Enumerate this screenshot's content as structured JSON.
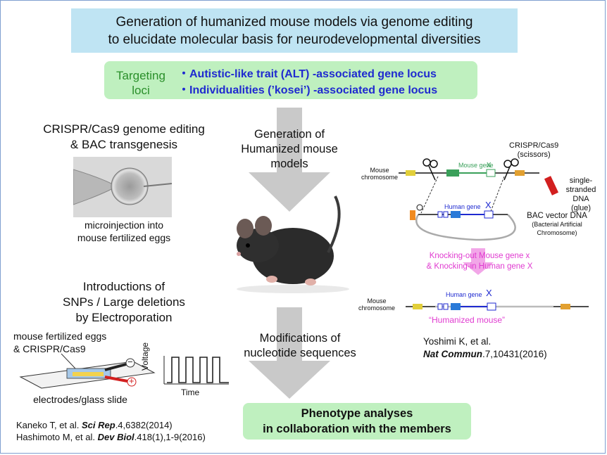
{
  "title": {
    "line1": "Generation of humanized mouse models via genome editing",
    "line2": "to elucidate molecular basis for neurodevelopmental diversities"
  },
  "targeting": {
    "label_line1": "Targeting",
    "label_line2": "loci",
    "item1": "・Autistic-like trait (ALT) -associated gene locus",
    "item2": "・Individualities (’kosei’) -associated gene locus"
  },
  "left_top": {
    "heading_line1": "CRISPR/Cas9 genome editing",
    "heading_line2": "& BAC transgenesis",
    "caption_line1": "microinjection into",
    "caption_line2": "mouse fertilized eggs"
  },
  "left_bottom": {
    "heading_line1": "Introductions of",
    "heading_line2": "SNPs / Large deletions",
    "heading_line3": "by Electroporation",
    "label_line1": "mouse fertilized eggs",
    "label_line2": "& CRISPR/Cas9",
    "slide_caption": "electrodes/glass slide",
    "voltage_label": "Voltage",
    "time_label": "Time",
    "minus_sign": "−",
    "plus_sign": "+"
  },
  "center": {
    "step1_line1": "Generation of",
    "step1_line2": "Humanized mouse",
    "step1_line3": "models",
    "step2_line1": "Modifications of",
    "step2_line2": "nucleotide sequences"
  },
  "diagram": {
    "crispr_label_line1": "CRISPR/Cas9",
    "crispr_label_line2": "(scissors)",
    "mouse_chromosome_line1": "Mouse",
    "mouse_chromosome_line2": "chromosome",
    "mouse_gene_label": "Mouse gene",
    "mouse_gene_letter": "x",
    "human_gene_label": "Human gene",
    "human_gene_letter": "X",
    "ssdna_line1": "single-stranded",
    "ssdna_line2": "DNA",
    "ssdna_line3": "(glue)",
    "bac_line1": "BAC vector DNA",
    "bac_line2": "(Bacterial Artificial",
    "bac_line3": "Chromosome)",
    "knock_line1": "Knocking-out Mouse gene x",
    "knock_line2": "& Knocking-in Human gene X",
    "humanized_label": "“Humanized mouse”"
  },
  "references": {
    "yoshimi_line1": "Yoshimi K, et al.",
    "yoshimi_journal": "Nat Commun",
    "yoshimi_rest": ".7,10431(2016)",
    "kaneko_author": "Kaneko T, et al. ",
    "kaneko_journal": "Sci Rep",
    "kaneko_rest": ".4,6382(2014)",
    "hashimoto_author": "Hashimoto M, et al. ",
    "hashimoto_journal": "Dev Biol",
    "hashimoto_rest": ".418(1),1-9(2016)"
  },
  "phenotype": {
    "line1": "Phenotype analyses",
    "line2": "in collaboration with the members"
  },
  "colors": {
    "title_bg": "#bfe4f3",
    "green_box": "#bff0bf",
    "pink_heading": "#e6197a",
    "blue_item": "#1f2ad0",
    "arrow_gray": "#c9c9c9"
  }
}
